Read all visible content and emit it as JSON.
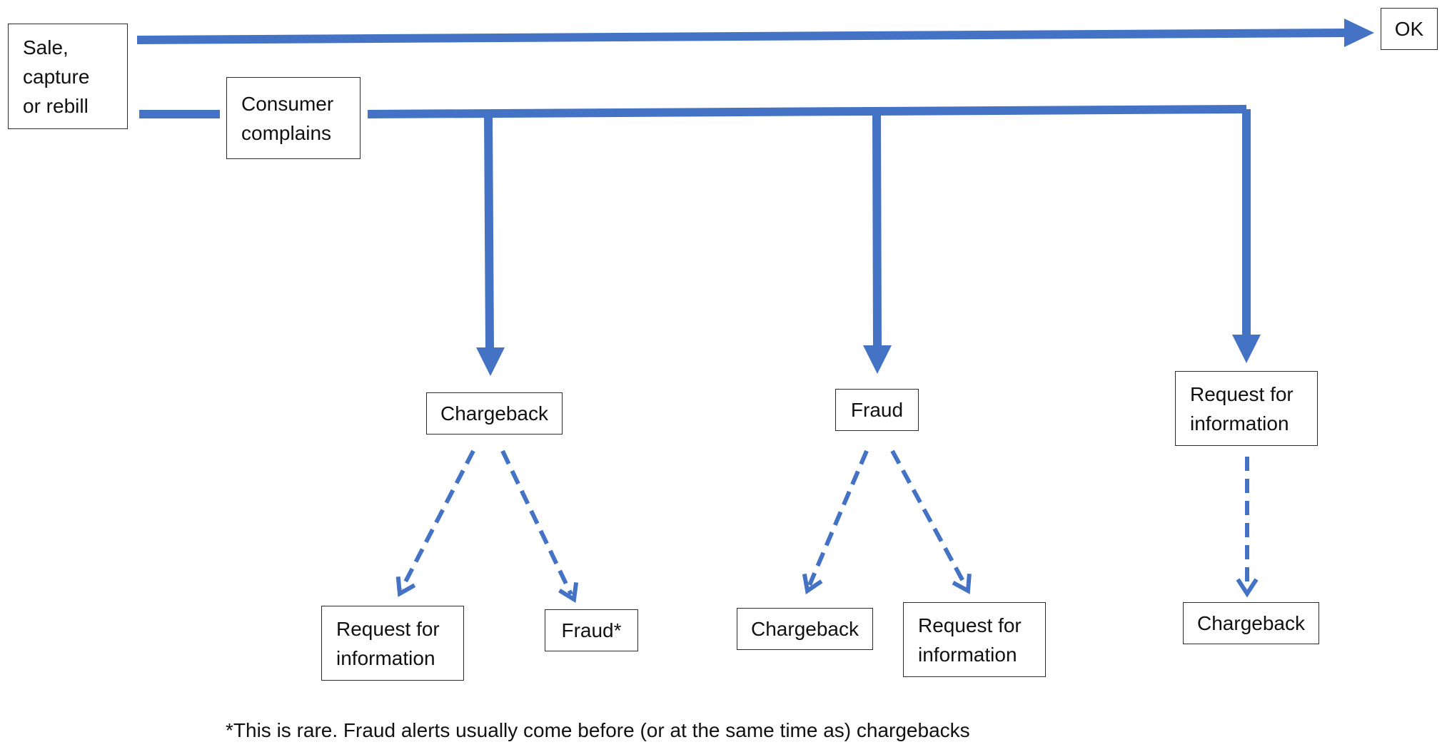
{
  "colors": {
    "arrow": "#4472C4",
    "box_border": "#2b2b2b",
    "text": "#111111"
  },
  "nodes": {
    "sale": "Sale,\ncapture\nor rebill",
    "ok": "OK",
    "consumer": "Consumer\ncomplains",
    "chargeback_top": "Chargeback",
    "fraud_top": "Fraud",
    "rfi_top": "Request for\ninformation",
    "cb_rfi": "Request for\ninformation",
    "cb_fraud": "Fraud*",
    "fraud_cb": "Chargeback",
    "fraud_rfi": "Request for\ninformation",
    "rfi_cb": "Chargeback"
  },
  "footnote": "*This is rare. Fraud alerts usually come before (or at the same time as) chargebacks"
}
